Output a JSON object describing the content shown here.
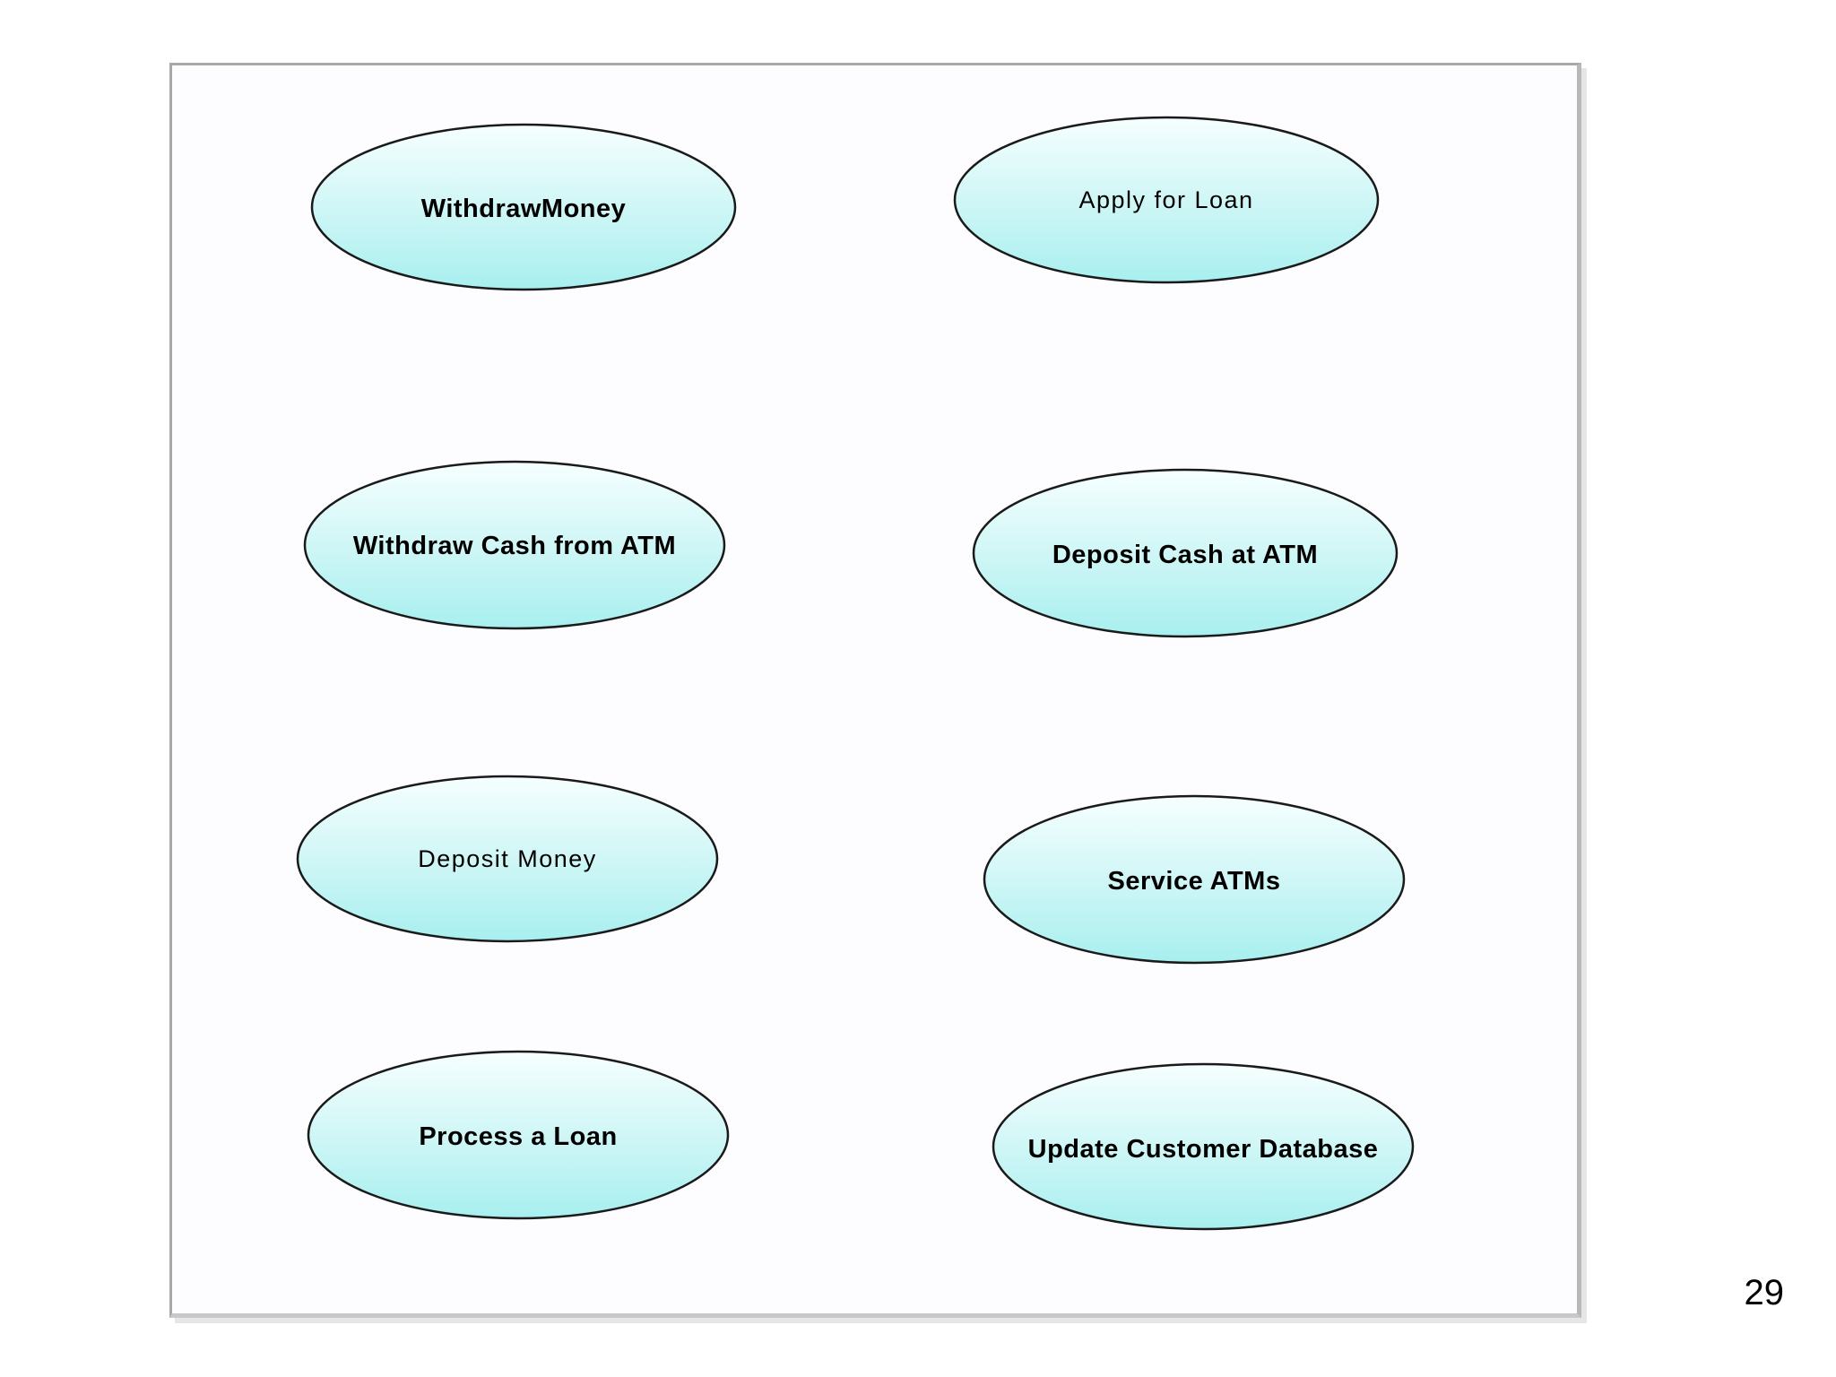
{
  "diagram": {
    "use_cases": [
      {
        "id": "withdraw-money",
        "label": "WithdrawMoney",
        "bold": true
      },
      {
        "id": "apply-for-loan",
        "label": "Apply for Loan",
        "bold": false
      },
      {
        "id": "withdraw-cash-from-atm",
        "label": "Withdraw Cash from ATM",
        "bold": true
      },
      {
        "id": "deposit-cash-at-atm",
        "label": "Deposit Cash at ATM",
        "bold": true
      },
      {
        "id": "deposit-money",
        "label": "Deposit Money",
        "bold": false
      },
      {
        "id": "service-atms",
        "label": "Service ATMs",
        "bold": true
      },
      {
        "id": "process-a-loan",
        "label": "Process a Loan",
        "bold": true
      },
      {
        "id": "update-customer-database",
        "label": "Update Customer Database",
        "bold": true
      }
    ],
    "colors": {
      "ellipse_fill_top": "#f2fefe",
      "ellipse_fill_bottom": "#a8efef",
      "ellipse_stroke": "#1a1a1a",
      "canvas_background": "#fdfcfe"
    }
  },
  "slide": {
    "page_number": "29"
  }
}
